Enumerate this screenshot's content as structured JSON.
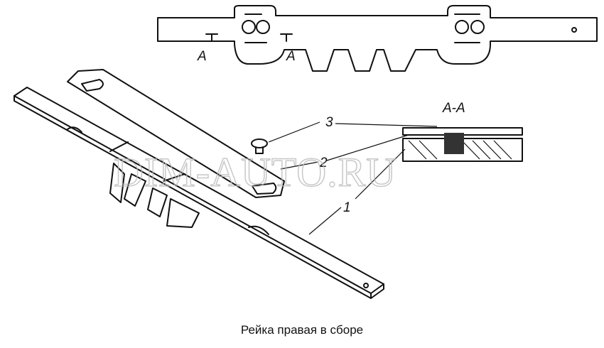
{
  "labels": {
    "section_mark_left": "A",
    "section_mark_right": "A",
    "section_title": "A-A",
    "callout_1": "1",
    "callout_2": "2",
    "callout_3": "3"
  },
  "watermark": "DIM-AUTO.RU",
  "caption": "Рейка правая в сборе"
}
